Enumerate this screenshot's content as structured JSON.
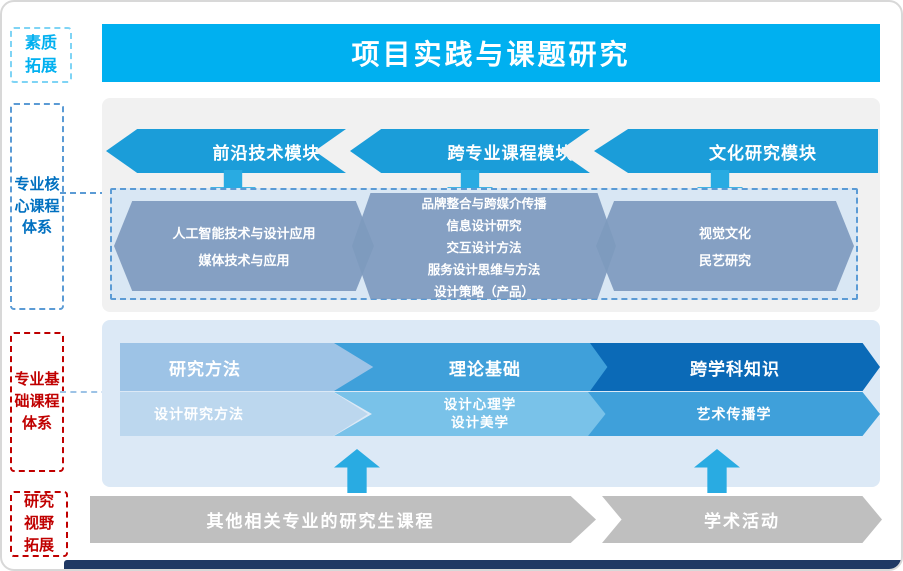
{
  "top_banner": {
    "title": "项目实践与课题研究"
  },
  "side_labels": {
    "quality": "素质拓展",
    "core": "专业核心课程体系",
    "foundation": "专业基础课程体系",
    "research": "研究视野拓展"
  },
  "core": {
    "modules": [
      {
        "title": "前沿技术模块",
        "courses": [
          "人工智能技术与设计应用",
          "媒体技术与应用"
        ]
      },
      {
        "title": "跨专业课程模块",
        "courses": [
          "品牌整合与跨媒介传播",
          "信息设计研究",
          "交互设计方法",
          "服务设计思维与方法",
          "设计策略（产品）"
        ]
      },
      {
        "title": "文化研究模块",
        "courses": [
          "视觉文化",
          "民艺研究"
        ]
      }
    ]
  },
  "foundation": {
    "headers": [
      "研究方法",
      "理论基础",
      "跨学科知识"
    ],
    "sub": [
      [
        "设计研究方法"
      ],
      [
        "设计心理学",
        "设计美学"
      ],
      [
        "艺术传播学"
      ]
    ]
  },
  "bottom": {
    "items": [
      "其他相关专业的研究生课程",
      "学术活动"
    ]
  },
  "colors": {
    "top_banner": "#00b0f0",
    "module_arrow": "#1b9dd9",
    "accent_cyan": "#29abe2",
    "core_label_blue": "#0070c0",
    "red_label": "#c00000",
    "gray_arrow": "#bfbfbf",
    "navy_bar": "#1f3864"
  }
}
